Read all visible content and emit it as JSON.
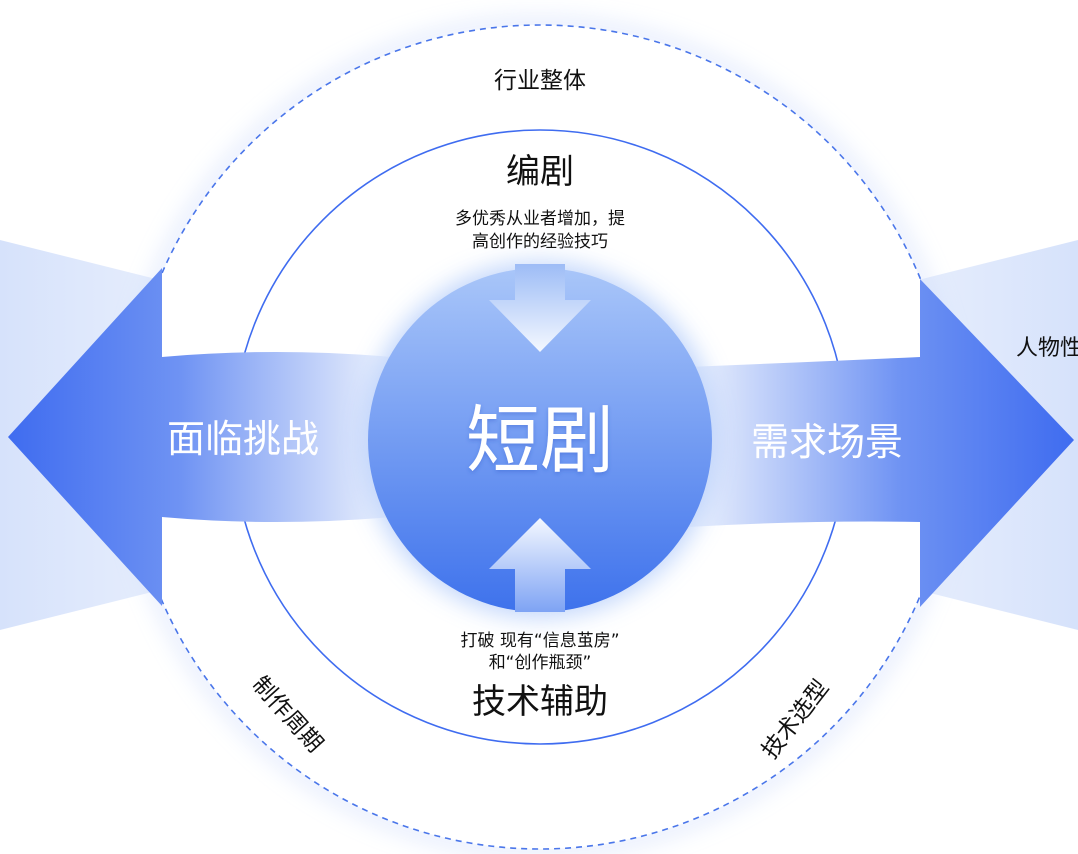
{
  "center": {
    "label": "短剧"
  },
  "outer_ring": {
    "top_label": "行业整体",
    "bottom_left_label": "制作周期",
    "bottom_right_label": "技术选型"
  },
  "inner_ring": {
    "top_title": "编剧",
    "top_desc_line1": "多优秀从业者增加，提",
    "top_desc_line2": "高创作的经验技巧",
    "bottom_desc_line1": "打破 现有“信息茧房”",
    "bottom_desc_line2": "和“创作瓶颈”",
    "bottom_title": "技术辅助"
  },
  "arrows": {
    "left_label": "面临挑战",
    "right_label": "需求场景"
  },
  "right_edge": {
    "cutoff_label": "人物性"
  },
  "colors": {
    "primary_blue": "#3f6cf0",
    "light_blue": "#dfe8fc",
    "dashed_ring": "#4a76ea",
    "center_top": "#9fc0f8",
    "center_bottom": "#3e72ec"
  }
}
